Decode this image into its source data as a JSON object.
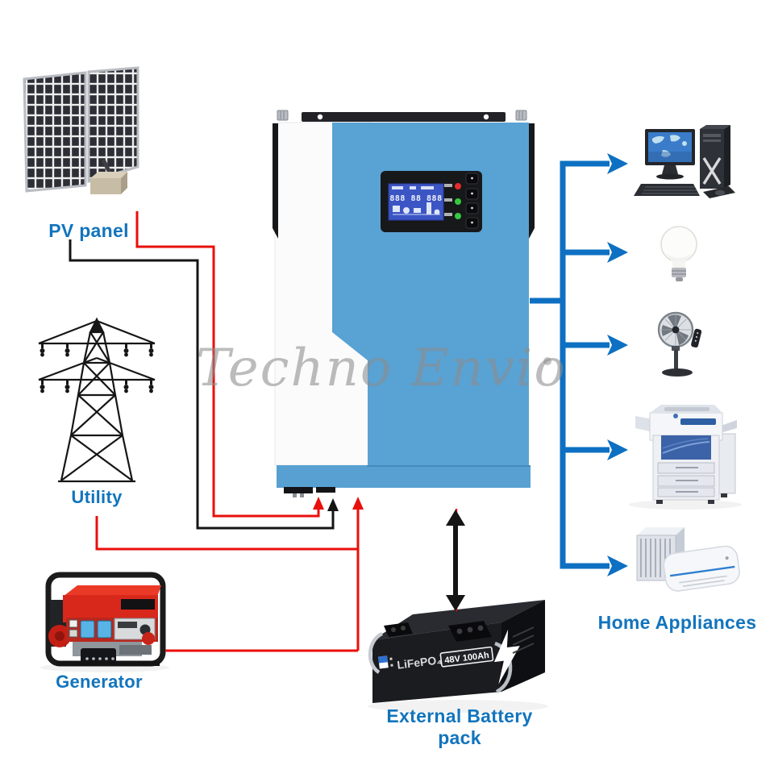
{
  "watermark": {
    "text": "Techno Envio"
  },
  "labels": {
    "pv": "PV panel",
    "utility": "Utility",
    "generator": "Generator",
    "battery": "External Battery pack",
    "appliances": "Home Appliances"
  },
  "inverter": {
    "display_digits": "888 88 888",
    "leds": [
      "fault-red",
      "charge-green",
      "inverter-green"
    ],
    "buttons": [
      "esc",
      "up",
      "down",
      "enter"
    ]
  },
  "battery": {
    "brand": "LiFePO₄",
    "spec": "48V 100Ah"
  },
  "appliance_items": [
    "desktop-computer",
    "light-bulb",
    "pedestal-fan",
    "photocopier",
    "air-conditioner"
  ],
  "sources": [
    "pv-panel",
    "utility",
    "generator"
  ],
  "colors": {
    "label_blue": "#1274bd",
    "arrow_blue": "#0d70c2",
    "wire_red": "#e90f0b",
    "wire_black": "#151515",
    "inverter_blue": "#59a2d4",
    "lcd_blue": "#3c55c4"
  }
}
